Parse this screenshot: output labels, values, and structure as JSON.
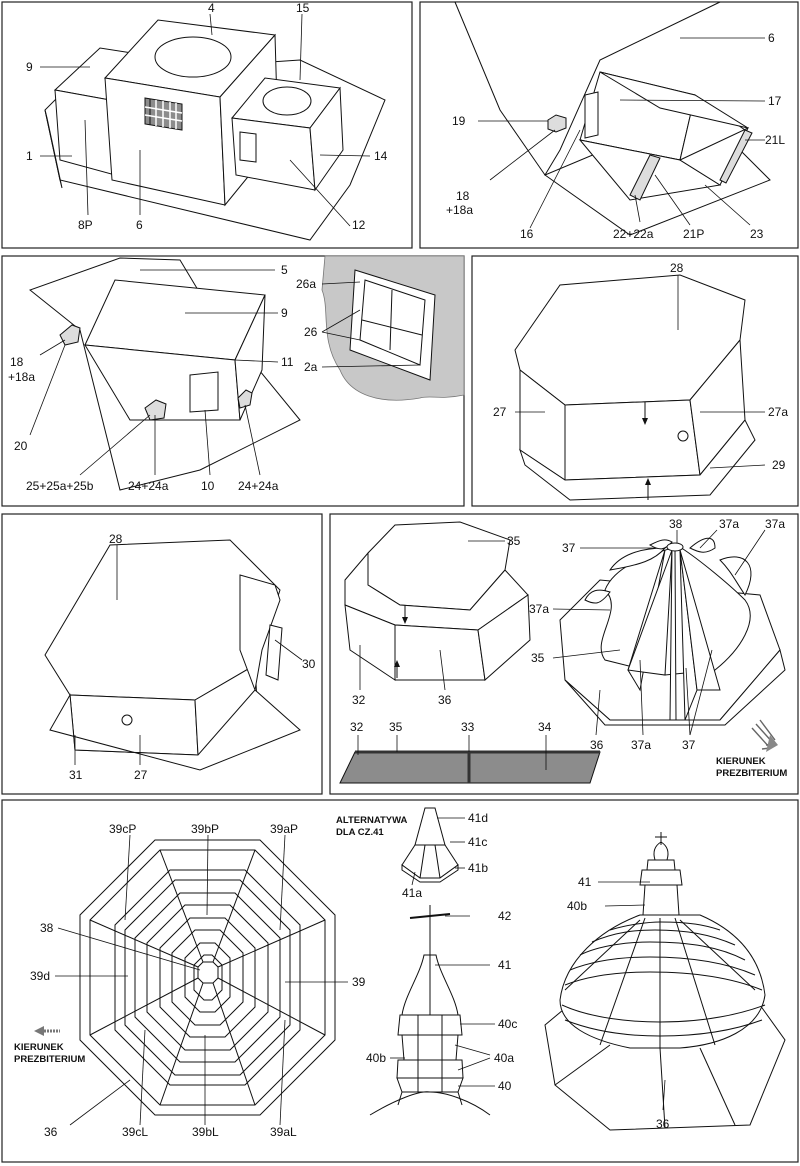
{
  "panel1": {
    "labels": [
      "4",
      "15",
      "9",
      "1",
      "8P",
      "6",
      "12",
      "14"
    ]
  },
  "panel2": {
    "labels": [
      "6",
      "17",
      "19",
      "21L",
      "18",
      "+18a",
      "16",
      "22+22a",
      "21P",
      "23"
    ]
  },
  "panel3": {
    "labels": [
      "5",
      "9",
      "11",
      "18",
      "+18a",
      "20",
      "25+25a+25b",
      "24+24a",
      "10",
      "24+24a",
      "26a",
      "26",
      "2a"
    ]
  },
  "panel4": {
    "labels": [
      "28",
      "27",
      "27a",
      "29"
    ]
  },
  "panel5": {
    "labels": [
      "28",
      "30",
      "31",
      "27"
    ]
  },
  "panel6": {
    "labels": [
      "35",
      "32",
      "36",
      "32",
      "35",
      "33",
      "34",
      "38",
      "37a",
      "37a",
      "37",
      "37a",
      "35",
      "36",
      "37a",
      "37"
    ],
    "direction": [
      "KIERUNEK",
      "PREZBITERIUM"
    ]
  },
  "panel7": {
    "labels": [
      "39cP",
      "39bP",
      "39aP",
      "38",
      "39d",
      "39",
      "36",
      "39cL",
      "39bL",
      "39aL",
      "41d",
      "41c",
      "41b",
      "41a",
      "42",
      "41",
      "40c",
      "40a",
      "40b",
      "40",
      "41",
      "40b",
      "36"
    ],
    "direction": [
      "KIERUNEK",
      "PREZBITERIUM"
    ],
    "alt": [
      "ALTERNATYWA",
      "DLA CZ.41"
    ]
  },
  "colors": {
    "line": "#111111",
    "shaded": "#cfcfcf",
    "dark": "#8c8c8c",
    "frame": "#222222"
  },
  "icons": [
    "arrow-direction-icon",
    "cross-icon"
  ]
}
